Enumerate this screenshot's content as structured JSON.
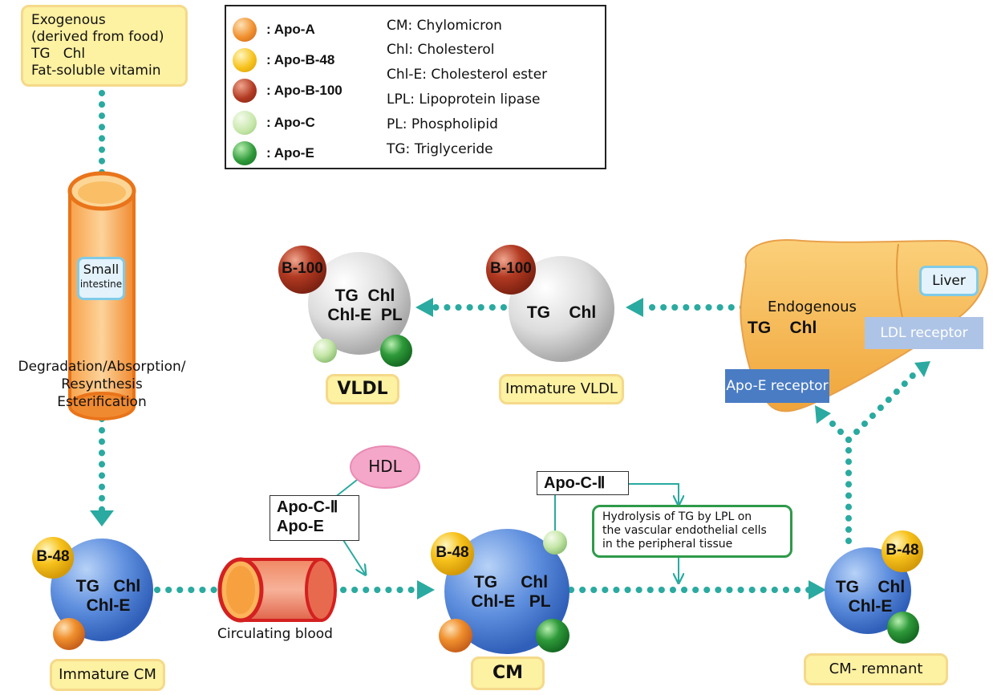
{
  "source_box": {
    "line1": "Exogenous",
    "line2": "(derived from food)",
    "line3": "TG   Chl",
    "line4": "Fat-soluble vitamin"
  },
  "legend": {
    "apo": [
      {
        "label": ": Apo-A",
        "color": "#f0902e"
      },
      {
        "label": ": Apo-B-48",
        "color": "#f7c21c"
      },
      {
        "label": ": Apo-B-100",
        "color": "#b23a22"
      },
      {
        "label": ": Apo-C",
        "color": "#c5e6a8"
      },
      {
        "label": ": Apo-E",
        "color": "#2f9a3a"
      }
    ],
    "abbreviations": [
      "CM: Chylomicron",
      "Chl: Cholesterol",
      "Chl-E: Cholesterol ester",
      "LPL: Lipoprotein lipase",
      "PL: Phospholipid",
      "TG: Triglyceride"
    ]
  },
  "intestine": {
    "label1": "Small",
    "label2": "intestine"
  },
  "process_label": {
    "line1": "Degradation/Absorption/",
    "line2": "Resynthesis",
    "line3": "Esterification"
  },
  "particles": {
    "vldl": {
      "apo": "B-100",
      "line1": "TG  Chl",
      "line2": "Chl-E  PL",
      "name": "VLDL"
    },
    "immature_vldl": {
      "apo": "B-100",
      "line1": "TG    Chl",
      "name": "Immature VLDL"
    },
    "immature_cm": {
      "apo": "B-48",
      "line1": "TG   Chl",
      "line2": "Chl-E",
      "name": "Immature CM"
    },
    "cm": {
      "apo": "B-48",
      "line1": "TG     Chl",
      "line2": "Chl-E   PL",
      "name": "CM"
    },
    "cm_remnant": {
      "apo": "B-48",
      "line1": "TG    Chl",
      "line2": "Chl-E",
      "name": "CM- remnant"
    }
  },
  "liver": {
    "label": "Liver",
    "endogenous": "Endogenous",
    "contents": "TG    Chl",
    "ldl_receptor": "LDL receptor",
    "apoe_receptor": "Apo-E receptor"
  },
  "hdl": "HDL",
  "apo_transfer": {
    "line1": "Apo-C-Ⅱ",
    "line2": "Apo-E"
  },
  "apo_c2": "Apo-C-Ⅱ",
  "hydrolysis": {
    "line1": "Hydrolysis of TG by LPL on",
    "line2": "the vascular endothelial cells",
    "line3": "in the peripheral tissue"
  },
  "blood_label": "Circulating blood",
  "colors": {
    "arrow": "#2aaaa0",
    "cm_ball": "#4a80d8",
    "gray_ball": "#d0d0d0",
    "liver": "#f5b445",
    "receptor": "#4a7cc4"
  }
}
